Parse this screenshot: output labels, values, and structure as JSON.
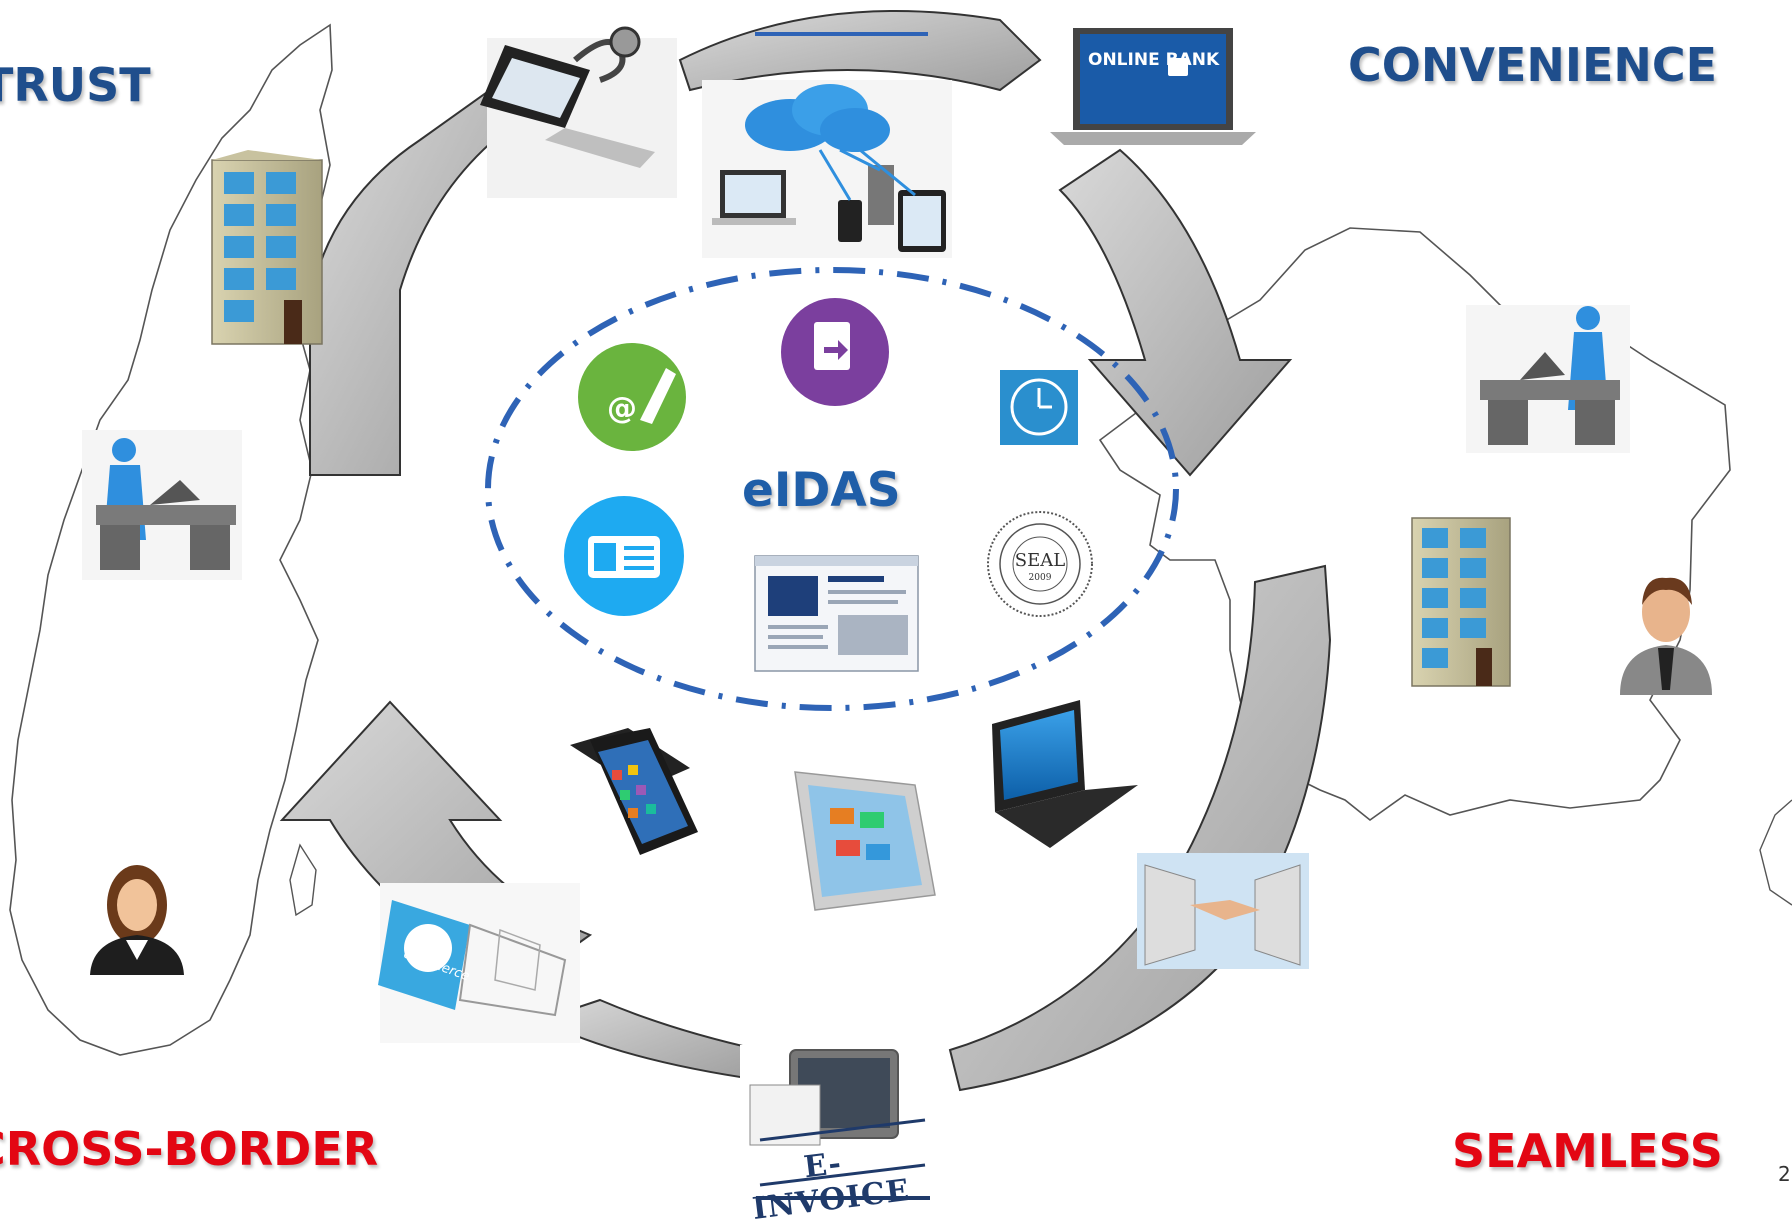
{
  "labels": {
    "trust": "TRUST",
    "convenience": "CONVENIENCE",
    "cross_border": "CROSS-BORDER",
    "seamless": "SEAMLESS"
  },
  "center": {
    "title": "eIDAS"
  },
  "icons": {
    "online_bank": "ONLINE BANK",
    "seal": "SEAL",
    "seal_year": "2009",
    "ecommerce": "commerce",
    "einvoice": "E-INVOICE"
  },
  "page_number": "2",
  "colors": {
    "blue_text": "#1f4e8c",
    "red_text": "#e30613",
    "center_blue": "#1f5ea8",
    "arrow_fill": "#b9b9b9",
    "green_icon": "#6ab43e",
    "purple_icon": "#7b3f9e",
    "cyan_icon": "#1eaaf1",
    "timestamp_blue": "#2a8fce"
  }
}
